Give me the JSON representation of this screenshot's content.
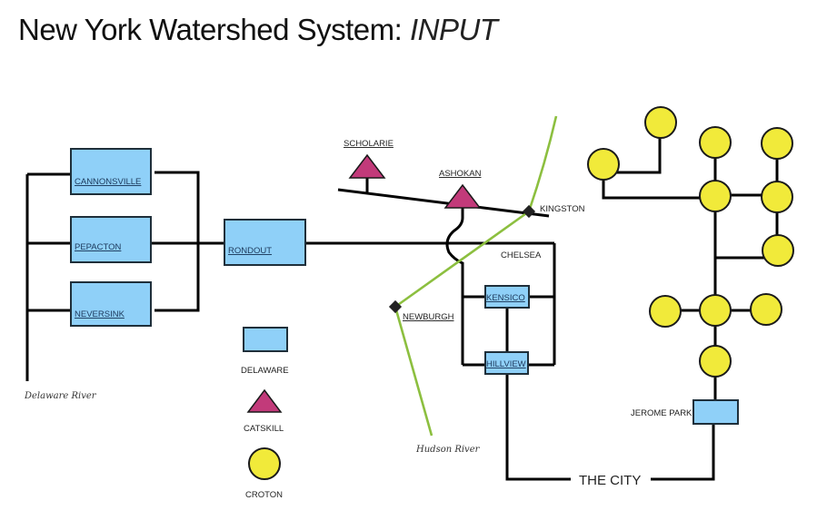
{
  "title": {
    "main": "New York Watershed System:",
    "emphasis": "INPUT"
  },
  "delaware_reservoirs": [
    {
      "id": "cannonsville",
      "label": "CANNONSVILLE"
    },
    {
      "id": "pepacton",
      "label": "PEPACTON"
    },
    {
      "id": "neversink",
      "label": "NEVERSINK"
    },
    {
      "id": "rondout",
      "label": "RONDOUT"
    }
  ],
  "catskill_reservoirs": [
    {
      "id": "scholarie",
      "label": "SCHOLARIE"
    },
    {
      "id": "ashokan",
      "label": "ASHOKAN"
    }
  ],
  "distribution": [
    {
      "id": "kensico",
      "label": "KENSICO"
    },
    {
      "id": "hillview",
      "label": "HILLVIEW"
    },
    {
      "id": "jerome-park",
      "label": "JEROME PARK"
    }
  ],
  "places": {
    "kingston": "KINGSTON",
    "newburgh": "NEWBURGH",
    "chelsea": "CHELSEA",
    "the_city": "THE CITY"
  },
  "rivers": {
    "delaware": "Delaware River",
    "hudson": "Hudson River"
  },
  "legend": [
    {
      "shape": "rectangle",
      "label": "DELAWARE",
      "color": "#8fd0f8"
    },
    {
      "shape": "triangle",
      "label": "CATSKILL",
      "color": "#c23a7a"
    },
    {
      "shape": "circle",
      "label": "CROTON",
      "color": "#f1ea3a"
    }
  ],
  "colors": {
    "delaware": "#8fd0f8",
    "catskill": "#c23a7a",
    "croton": "#f1ea3a",
    "river": "#8cbf3f"
  }
}
